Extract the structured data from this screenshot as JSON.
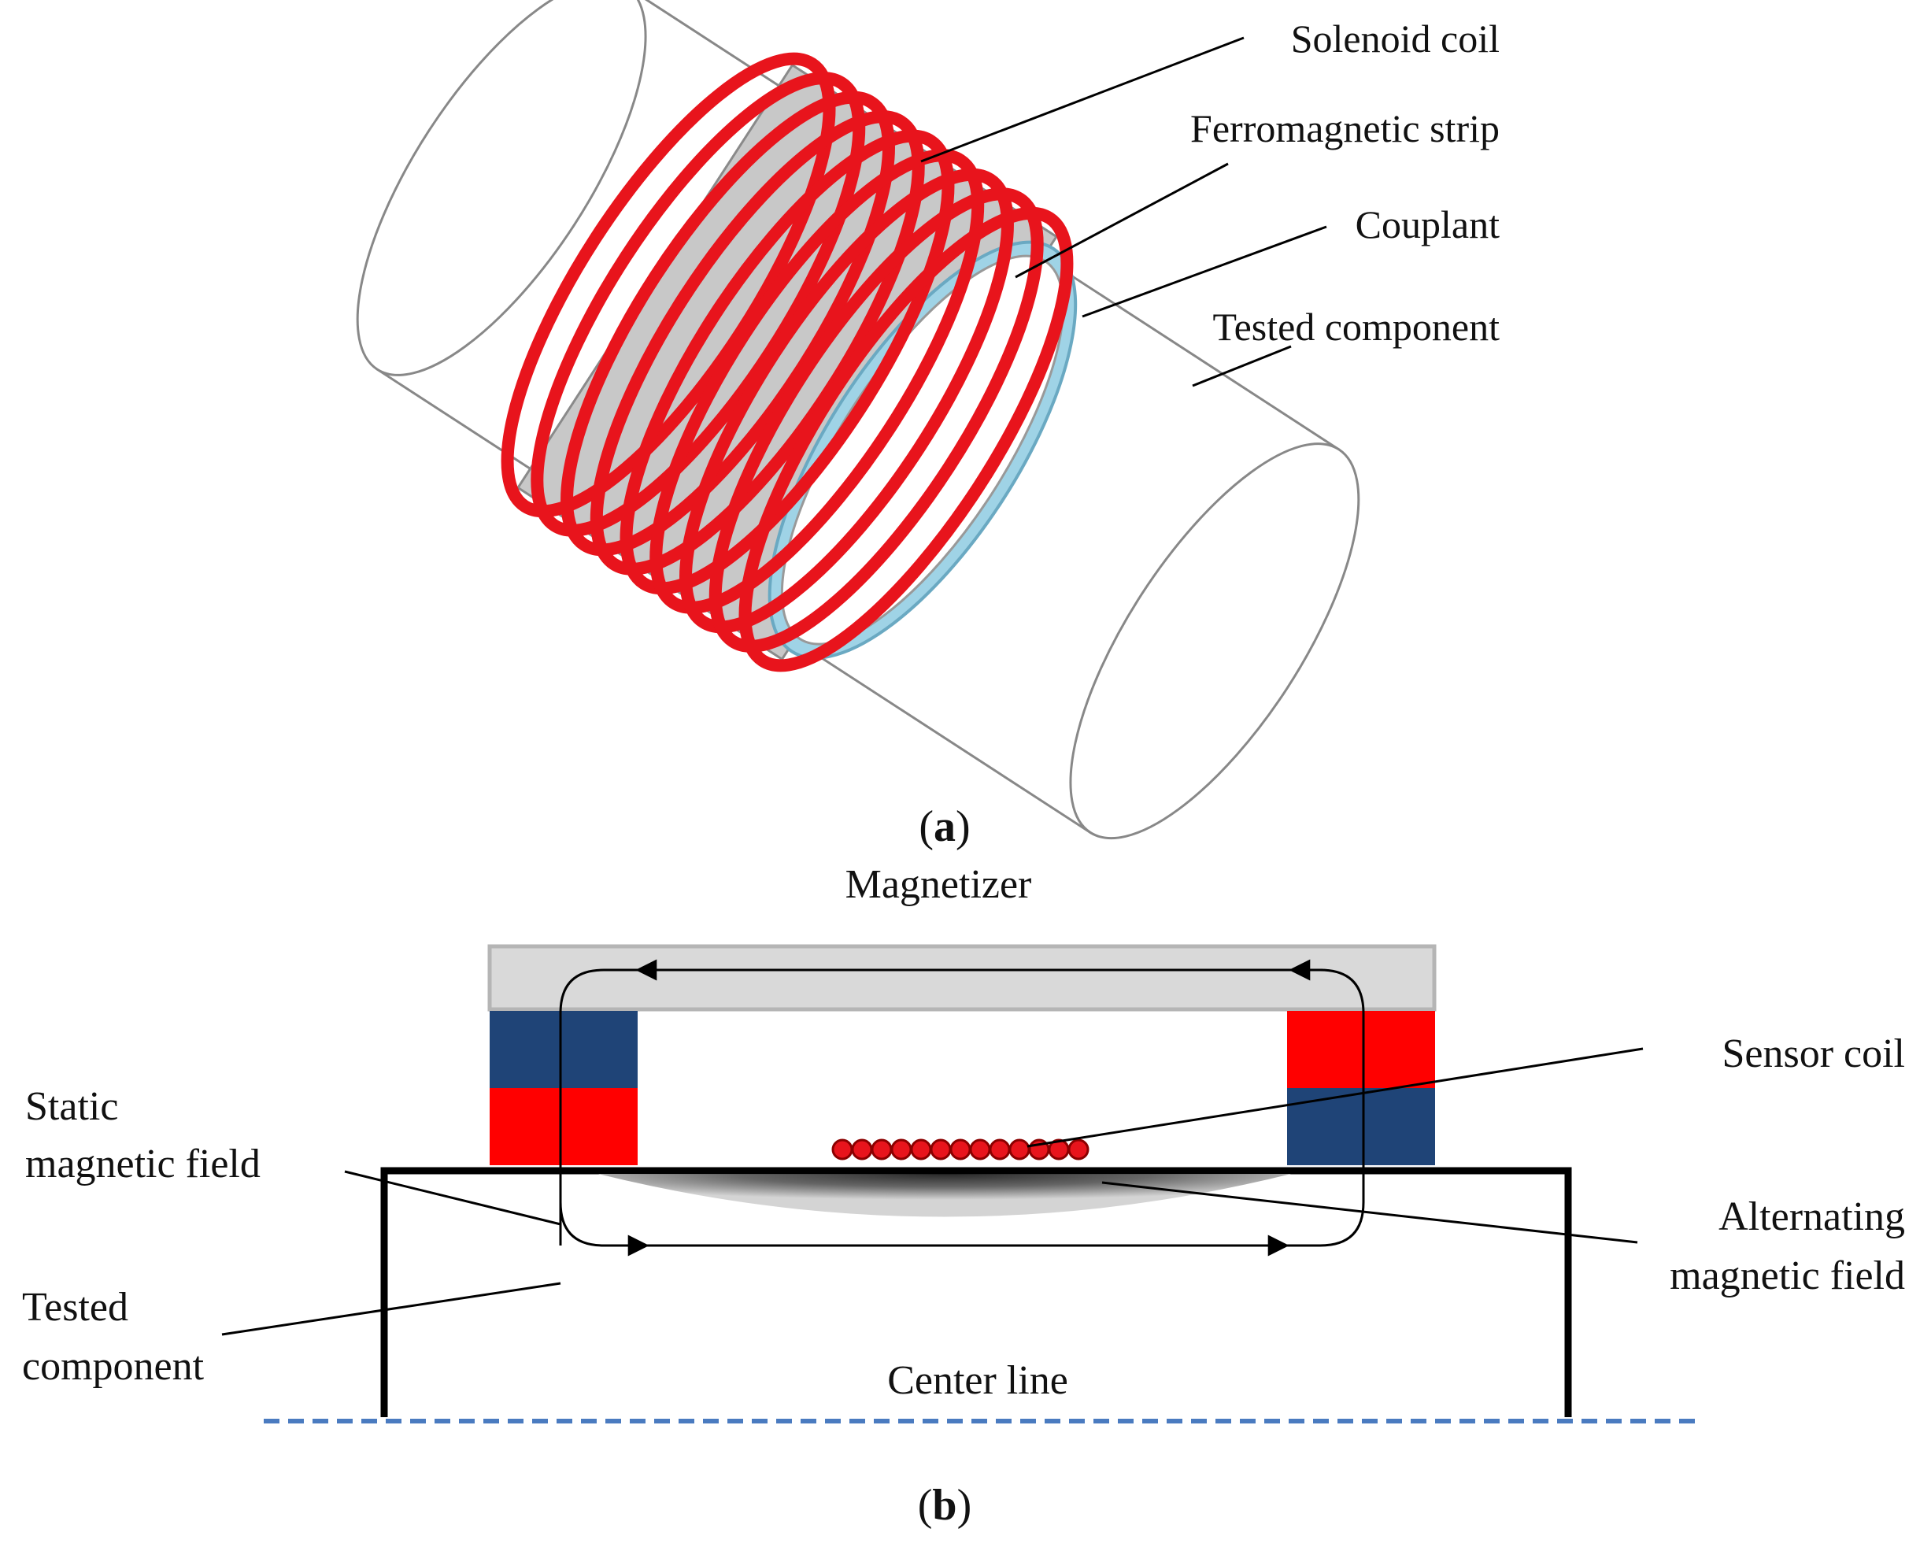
{
  "panel_a": {
    "label_open": "(",
    "label_letter": "a",
    "label_close": ")",
    "callouts": {
      "solenoid_coil": "Solenoid coil",
      "ferromagnetic_strip": "Ferromagnetic strip",
      "couplant": "Couplant",
      "tested_component": "Tested component"
    }
  },
  "panel_b": {
    "label_open": "(",
    "label_letter": "b",
    "label_close": ")",
    "magnetizer": "Magnetizer",
    "sensor_coil": "Sensor coil",
    "static_field_line1": "Static",
    "static_field_line2": "magnetic field",
    "alternating_field_line1": "Alternating",
    "alternating_field_line2": "magnetic field",
    "tested_component_line1": "Tested",
    "tested_component_line2": "component",
    "center_line": "Center line"
  },
  "colors": {
    "coil_red": "#e8141c",
    "magnet_blue": "#1f4477",
    "magnet_red": "#ff0000",
    "couplant_blue": "#9fd3e6",
    "yoke_gray": "#d9d9d9",
    "center_line_blue": "#4a7bc0"
  }
}
